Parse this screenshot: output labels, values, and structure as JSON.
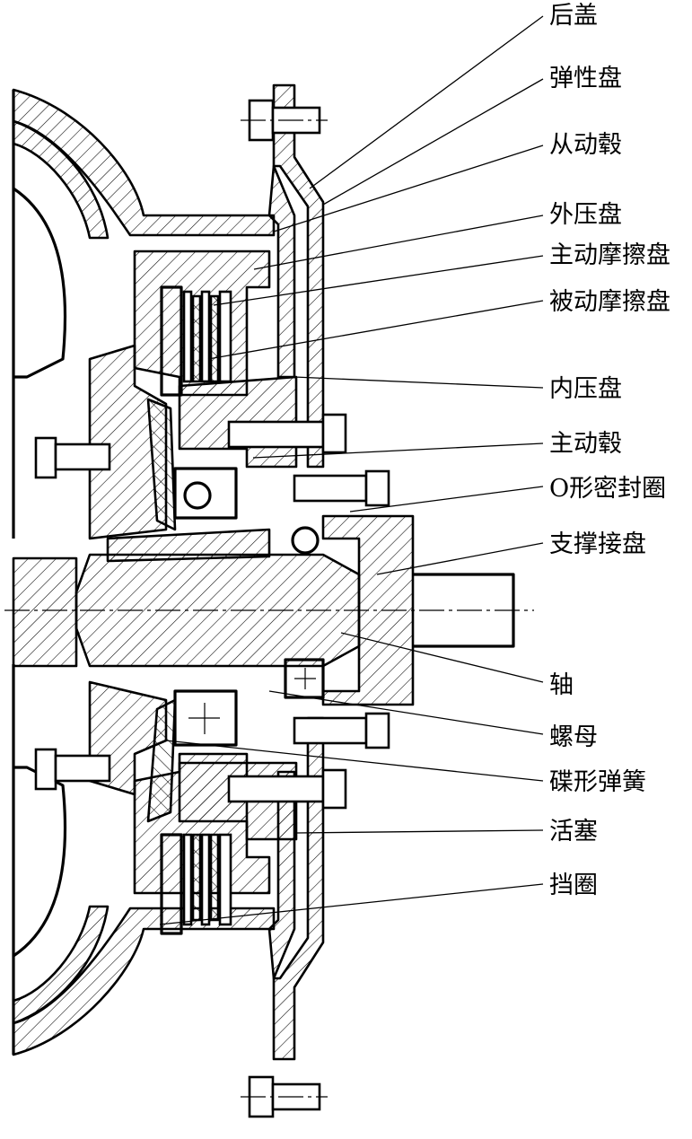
{
  "labels": [
    {
      "id": "rear-cover",
      "text": "后盖"
    },
    {
      "id": "elastic-disc",
      "text": "弹性盘"
    },
    {
      "id": "driven-hub",
      "text": "从动毂"
    },
    {
      "id": "outer-pressure-plate",
      "text": "外压盘"
    },
    {
      "id": "driving-friction-disc",
      "text": "主动摩擦盘"
    },
    {
      "id": "driven-friction-disc",
      "text": "被动摩擦盘"
    },
    {
      "id": "inner-pressure-plate",
      "text": "内压盘"
    },
    {
      "id": "driving-hub",
      "text": "主动毂"
    },
    {
      "id": "o-ring",
      "text": "O形密封圈"
    },
    {
      "id": "support-disc",
      "text": "支撑接盘"
    },
    {
      "id": "shaft",
      "text": "轴"
    },
    {
      "id": "nut",
      "text": "螺母"
    },
    {
      "id": "disc-spring",
      "text": "碟形弹簧"
    },
    {
      "id": "piston",
      "text": "活塞"
    },
    {
      "id": "retaining-ring",
      "text": "挡圈"
    }
  ]
}
